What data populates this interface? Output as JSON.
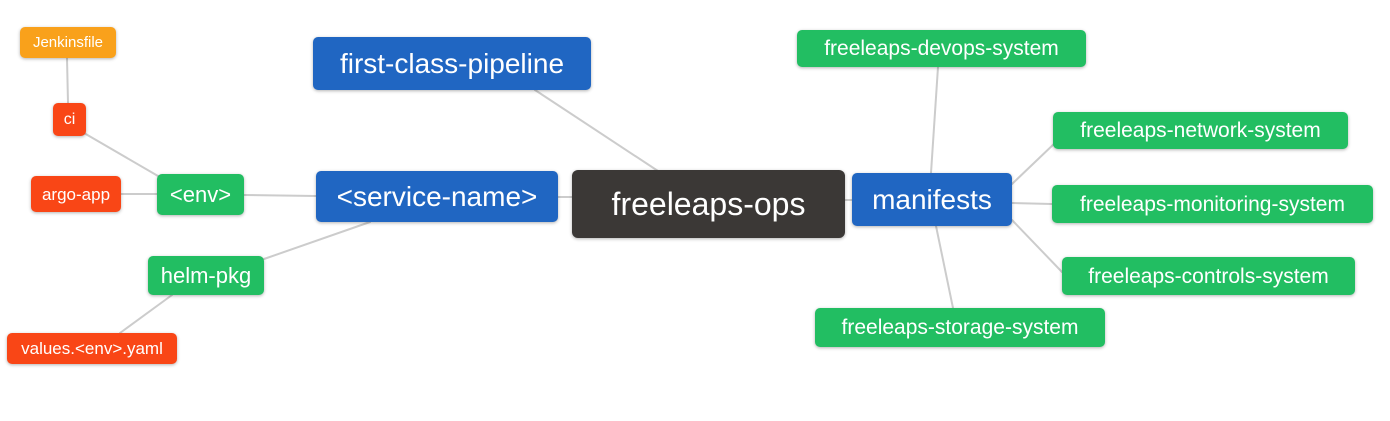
{
  "palette": {
    "orange": "#F9A11B",
    "red": "#F94616",
    "green": "#22BE62",
    "blue": "#2066C2",
    "dark": "#3B3836",
    "edge": "#CCCCCC"
  },
  "nodes": {
    "root": {
      "label": "freeleaps-ops",
      "color": "dark"
    },
    "first_class_pipeline": {
      "label": "first-class-pipeline",
      "color": "blue"
    },
    "service_name": {
      "label": "<service-name>",
      "color": "blue"
    },
    "manifests": {
      "label": "manifests",
      "color": "blue"
    },
    "env": {
      "label": "<env>",
      "color": "green"
    },
    "helm_pkg": {
      "label": "helm-pkg",
      "color": "green"
    },
    "jenkinsfile": {
      "label": "Jenkinsfile",
      "color": "orange"
    },
    "ci": {
      "label": "ci",
      "color": "red"
    },
    "argo_app": {
      "label": "argo-app",
      "color": "red"
    },
    "values_env_yaml": {
      "label": "values.<env>.yaml",
      "color": "red"
    },
    "devops_system": {
      "label": "freeleaps-devops-system",
      "color": "green"
    },
    "network_system": {
      "label": "freeleaps-network-system",
      "color": "green"
    },
    "monitoring_system": {
      "label": "freeleaps-monitoring-system",
      "color": "green"
    },
    "controls_system": {
      "label": "freeleaps-controls-system",
      "color": "green"
    },
    "storage_system": {
      "label": "freeleaps-storage-system",
      "color": "green"
    }
  },
  "edges": [
    {
      "from": "jenkinsfile",
      "to": "ci"
    },
    {
      "from": "ci",
      "to": "env"
    },
    {
      "from": "argo_app",
      "to": "env"
    },
    {
      "from": "env",
      "to": "service_name"
    },
    {
      "from": "helm_pkg",
      "to": "service_name"
    },
    {
      "from": "values_env_yaml",
      "to": "helm_pkg"
    },
    {
      "from": "first_class_pipeline",
      "to": "root"
    },
    {
      "from": "service_name",
      "to": "root"
    },
    {
      "from": "root",
      "to": "manifests"
    },
    {
      "from": "manifests",
      "to": "devops_system"
    },
    {
      "from": "manifests",
      "to": "network_system"
    },
    {
      "from": "manifests",
      "to": "monitoring_system"
    },
    {
      "from": "manifests",
      "to": "controls_system"
    },
    {
      "from": "manifests",
      "to": "storage_system"
    }
  ]
}
